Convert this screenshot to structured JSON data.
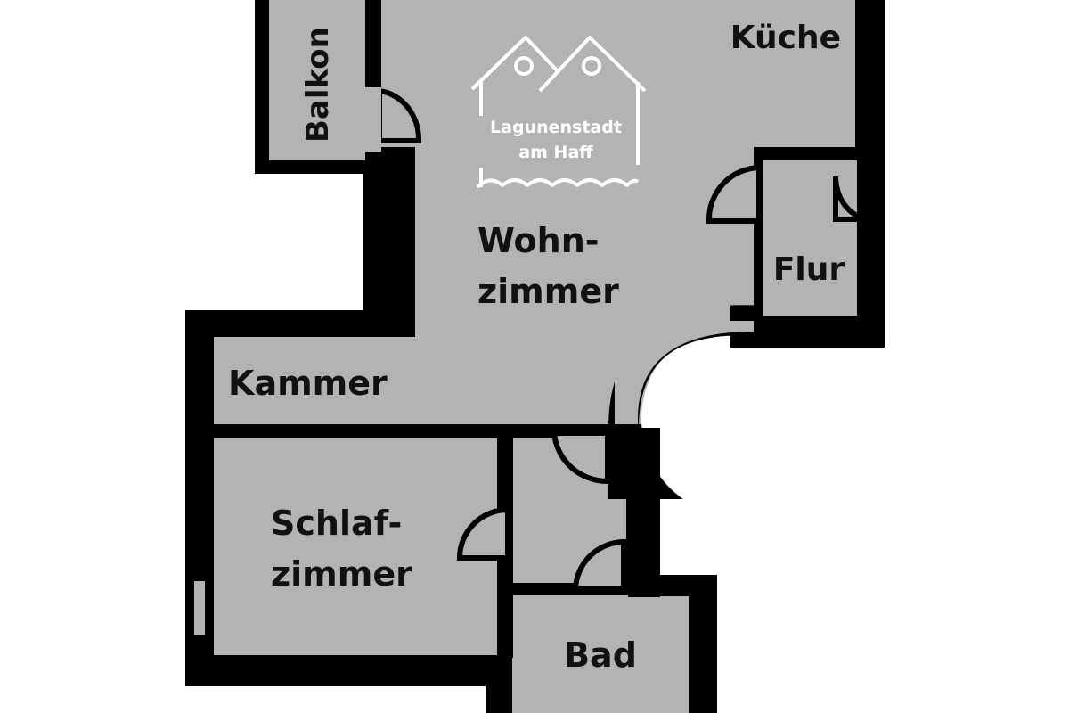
{
  "logo": {
    "line1": "Lagunenstadt",
    "line2": "am Haff",
    "icon": "two-houses-waves-logo"
  },
  "rooms": {
    "balkon": "Balkon",
    "kueche": "Küche",
    "flur": "Flur",
    "wohnzimmer_line1": "Wohn-",
    "wohnzimmer_line2": "zimmer",
    "kammer": "Kammer",
    "schlafzimmer_line1": "Schlaf-",
    "schlafzimmer_line2": "zimmer",
    "bad": "Bad"
  },
  "colors": {
    "wall": "#000000",
    "floor": "#b3b3b3",
    "background": "#ffffff",
    "text": "#111111",
    "logo": "#ffffff"
  }
}
